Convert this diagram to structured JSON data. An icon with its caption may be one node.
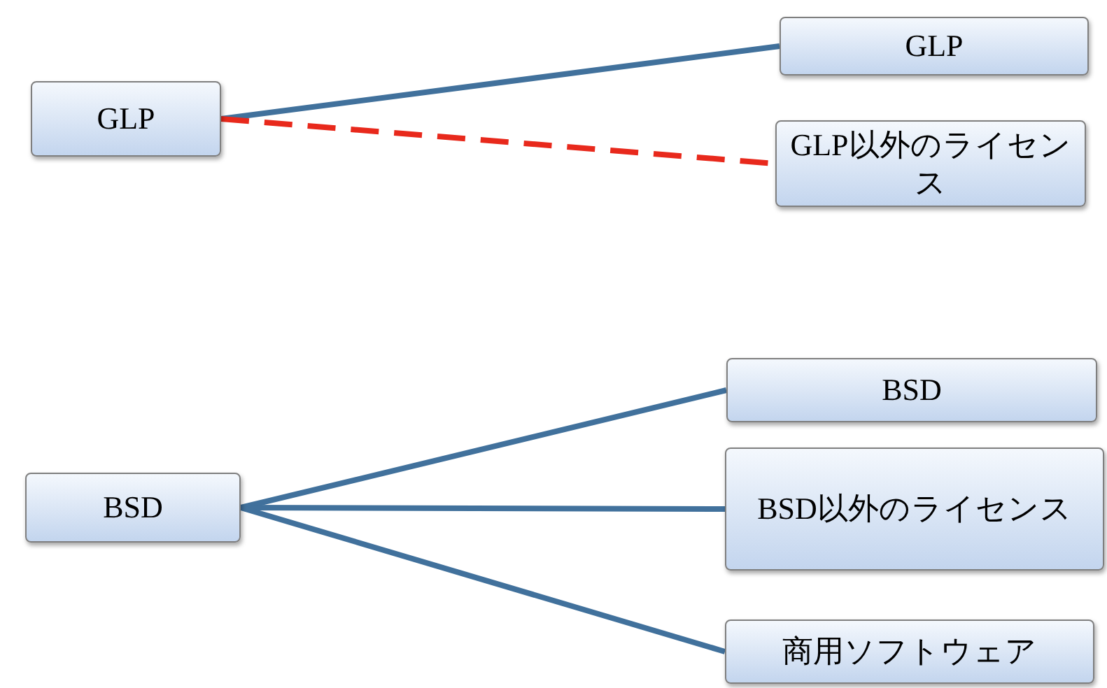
{
  "diagram": {
    "nodes": [
      {
        "text": [
          "GLP"
        ]
      },
      {
        "text": [
          "GLP"
        ]
      },
      {
        "text": [
          "GLP以外のライセンス"
        ]
      },
      {
        "text": [
          "BSD"
        ]
      },
      {
        "text": [
          "BSD"
        ]
      },
      {
        "text": [
          "BSD以外のライセンス"
        ]
      },
      {
        "text": [
          "商用ソフトウェア"
        ]
      }
    ],
    "edges": [
      {
        "from": 0,
        "to": 1,
        "arrow": "none"
      },
      {
        "from": 0,
        "to": 2,
        "arrow": "none",
        "style": "dashed",
        "color": "#e8291c"
      },
      {
        "from": 3,
        "to": 4,
        "arrow": "none"
      },
      {
        "from": 3,
        "to": 5,
        "arrow": "none"
      },
      {
        "from": 3,
        "to": 6,
        "arrow": "none"
      }
    ]
  }
}
